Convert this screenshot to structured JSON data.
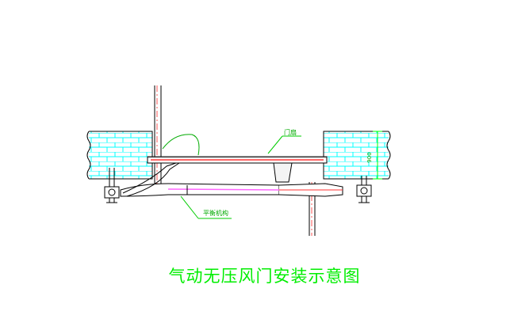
{
  "title": "气动无压风门安装示意图",
  "labels": {
    "door": "门扇",
    "balance": "平衡机构",
    "dimension": "900"
  },
  "colors": {
    "background": "#ffffff",
    "line": "#000000",
    "brick": "#00ffff",
    "leader": "#00cc00",
    "title": "#00ee00",
    "pipe": "#ff3333",
    "rail": "#ff66ff",
    "dim": "#00ff00",
    "centerline": "#ff5555"
  }
}
